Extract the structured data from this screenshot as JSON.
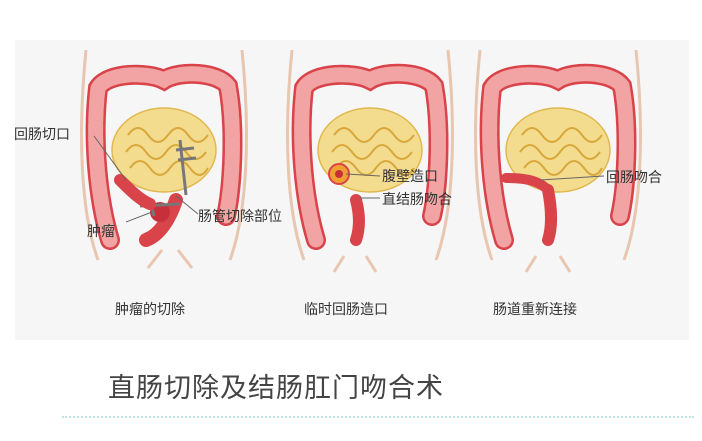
{
  "panels": [
    {
      "caption": "肿瘤的切除",
      "labels": {
        "ileostomy": "回肠切口",
        "tumor": "肿瘤",
        "bowel_cut": "肠管切除部位"
      }
    },
    {
      "caption": "临时回肠造口",
      "labels": {
        "stoma": "腹壁造口",
        "rectal_anastomosis": "直结肠吻合"
      }
    },
    {
      "caption": "肠道重新连接",
      "labels": {
        "ileal_anastomosis": "回肠吻合"
      }
    }
  ],
  "title": "直肠切除及结肠肛门吻合术",
  "colors": {
    "colon_fill": "#f2a3a3",
    "colon_stroke": "#d9434a",
    "small_bowel": "#f3dc8e",
    "tissue": "#e8c6b0",
    "leader": "#666666",
    "divider": "#bfe3e3"
  }
}
